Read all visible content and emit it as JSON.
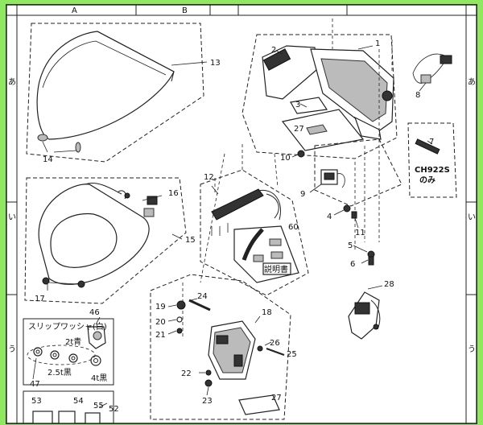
{
  "grid": {
    "columns": [
      "A",
      "B"
    ],
    "rows": [
      "あ",
      "い",
      "う"
    ]
  },
  "parts": {
    "p1": "1",
    "p2": "2",
    "p3": "3",
    "p4": "4",
    "p5": "5",
    "p6": "6",
    "p7": "7",
    "p8": "8",
    "p9": "9",
    "p10": "10",
    "p11": "11",
    "p12": "12",
    "p13": "13",
    "p14": "14",
    "p15": "15",
    "p16": "16",
    "p17": "17",
    "p18": "18",
    "p19": "19",
    "p20": "20",
    "p21": "21",
    "p22": "22",
    "p23": "23",
    "p24": "24",
    "p25": "25",
    "p26": "26",
    "p27a": "27",
    "p27b": "27",
    "p28": "28",
    "p46": "46",
    "p47": "47",
    "p52": "52",
    "p53": "53",
    "p54": "54",
    "p55": "55",
    "p60": "60"
  },
  "notes": {
    "model_only_line1": "CH922S",
    "model_only_line2": "のみ",
    "manual": "説明書",
    "slip_washer": "スリップワッシャ(白)",
    "w21_blue": "2t青",
    "w25_black": "2.5t黒",
    "w4_black": "4t黒"
  }
}
